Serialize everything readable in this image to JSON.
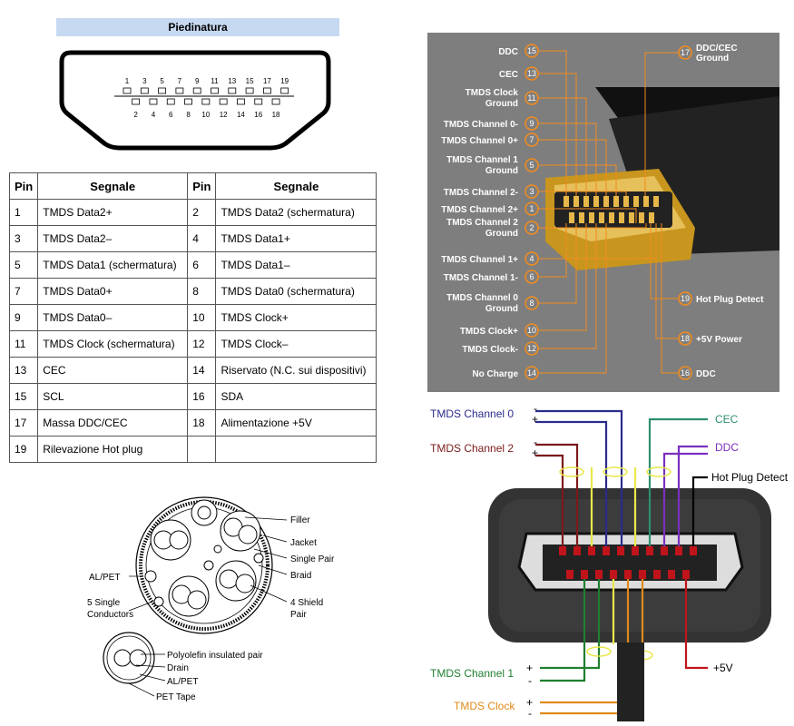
{
  "title": "Piedinatura",
  "connector": {
    "top_pins": [
      "1",
      "3",
      "5",
      "7",
      "9",
      "11",
      "13",
      "15",
      "17",
      "19"
    ],
    "bottom_pins": [
      "2",
      "4",
      "6",
      "8",
      "10",
      "12",
      "14",
      "16",
      "18"
    ]
  },
  "table": {
    "headers": [
      "Pin",
      "Segnale",
      "Pin",
      "Segnale"
    ],
    "rows": [
      [
        "1",
        "TMDS Data2+",
        "2",
        "TMDS Data2 (schermatura)"
      ],
      [
        "3",
        "TMDS Data2–",
        "4",
        "TMDS Data1+"
      ],
      [
        "5",
        "TMDS Data1 (schermatura)",
        "6",
        "TMDS Data1–"
      ],
      [
        "7",
        "TMDS Data0+",
        "8",
        "TMDS Data0 (schermatura)"
      ],
      [
        "9",
        "TMDS Data0–",
        "10",
        "TMDS Clock+"
      ],
      [
        "11",
        "TMDS Clock (schermatura)",
        "12",
        "TMDS Clock–"
      ],
      [
        "13",
        "CEC",
        "14",
        "Riservato (N.C. sui dispositivi)"
      ],
      [
        "15",
        "SCL",
        "16",
        "SDA"
      ],
      [
        "17",
        "Massa DDC/CEC",
        "18",
        "Alimentazione +5V"
      ],
      [
        "19",
        "Rilevazione Hot plug",
        "",
        ""
      ]
    ]
  },
  "cable": {
    "filler": "Filler",
    "jacket": "Jacket",
    "single_pair": "Single Pair",
    "braid": "Braid",
    "al_pet": "AL/PET",
    "five_single": "5 Single",
    "conductors": "Conductors",
    "shield_4": "4 Shield",
    "pair": "Pair",
    "polyolefin": "Polyolefin insulated pair",
    "drain": "Drain",
    "al_pet2": "AL/PET",
    "pet_tape": "PET Tape"
  },
  "photo": {
    "left_labels": [
      {
        "text": "DDC",
        "pin": "15"
      },
      {
        "text": "CEC",
        "pin": "13"
      },
      {
        "text": "TMDS Clock",
        "text2": "Ground",
        "pin": "11"
      },
      {
        "text": "TMDS Channel 0-",
        "pin": "9"
      },
      {
        "text": "TMDS Channel 0+",
        "pin": "7"
      },
      {
        "text": "TMDS Channel 1",
        "text2": "Ground",
        "pin": "5"
      },
      {
        "text": "TMDS Channel 2-",
        "pin": "3"
      },
      {
        "text": "TMDS Channel 2+",
        "pin": "1"
      },
      {
        "text": "TMDS Channel 2",
        "text2": "Ground",
        "pin": "2"
      },
      {
        "text": "TMDS Channel 1+",
        "pin": "4"
      },
      {
        "text": "TMDS Channel 1-",
        "pin": "6"
      },
      {
        "text": "TMDS Channel 0",
        "text2": "Ground",
        "pin": "8"
      },
      {
        "text": "TMDS Clock+",
        "pin": "10"
      },
      {
        "text": "TMDS Clock-",
        "pin": "12"
      },
      {
        "text": "No Charge",
        "pin": "14"
      }
    ],
    "right_labels": [
      {
        "text": "DDC/CEC",
        "text2": "Ground",
        "pin": "17"
      },
      {
        "text": "Hot Plug Detect",
        "pin": "19"
      },
      {
        "text": "+5V Power",
        "pin": "18"
      },
      {
        "text": "DDC",
        "pin": "16"
      }
    ]
  },
  "wiring": {
    "ch0": "TMDS Channel 0",
    "ch2": "TMDS Channel 2",
    "cec": "CEC",
    "ddc": "DDC",
    "hpd": "Hot Plug Detect",
    "ch1": "TMDS Channel 1",
    "clock": "TMDS Clock",
    "v5": "+5V",
    "minus": "-",
    "plus": "+"
  },
  "colors": {
    "title_bg": "#c6d9f1",
    "photo_bg": "#7e7e7e",
    "orange": "#f28c1e",
    "ch0": "#2b2b8c",
    "ch2": "#7a1a1a",
    "cec": "#2f8f6f",
    "ddc": "#7b2fbf",
    "ch1": "#1f7f2f",
    "clock": "#e08a1a",
    "v5": "#c0141b"
  }
}
